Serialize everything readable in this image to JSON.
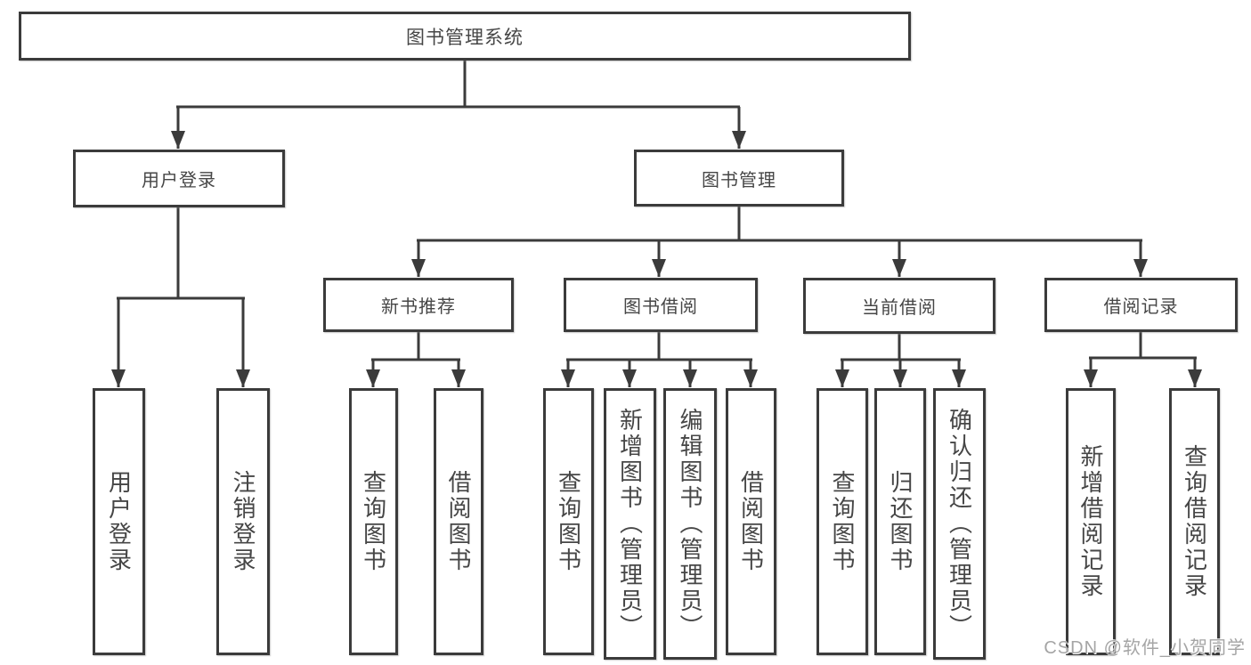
{
  "diagram_title": "图书管理系统",
  "tree": {
    "label": "图书管理系统",
    "children": [
      {
        "label": "用户登录",
        "children": [
          {
            "label": "用户登录"
          },
          {
            "label": "注销登录"
          }
        ]
      },
      {
        "label": "图书管理",
        "children": [
          {
            "label": "新书推荐",
            "children": [
              {
                "label": "查询图书"
              },
              {
                "label": "借阅图书"
              }
            ]
          },
          {
            "label": "图书借阅",
            "children": [
              {
                "label": "查询图书"
              },
              {
                "label": "新增图书（管理员）"
              },
              {
                "label": "编辑图书（管理员）"
              },
              {
                "label": "借阅图书"
              }
            ]
          },
          {
            "label": "当前借阅",
            "children": [
              {
                "label": "查询图书"
              },
              {
                "label": "归还图书"
              },
              {
                "label": "确认归还（管理员）"
              }
            ]
          },
          {
            "label": "借阅记录",
            "children": [
              {
                "label": "新增借阅记录"
              },
              {
                "label": "查询借阅记录"
              }
            ]
          }
        ]
      }
    ]
  },
  "watermark": "CSDN @软件_小贺同学",
  "colors": {
    "line": "#3b3b3b",
    "box_border": "#3b3b3b",
    "text": "#464646",
    "background": "#ffffff",
    "watermark": "#a5a5a5"
  }
}
